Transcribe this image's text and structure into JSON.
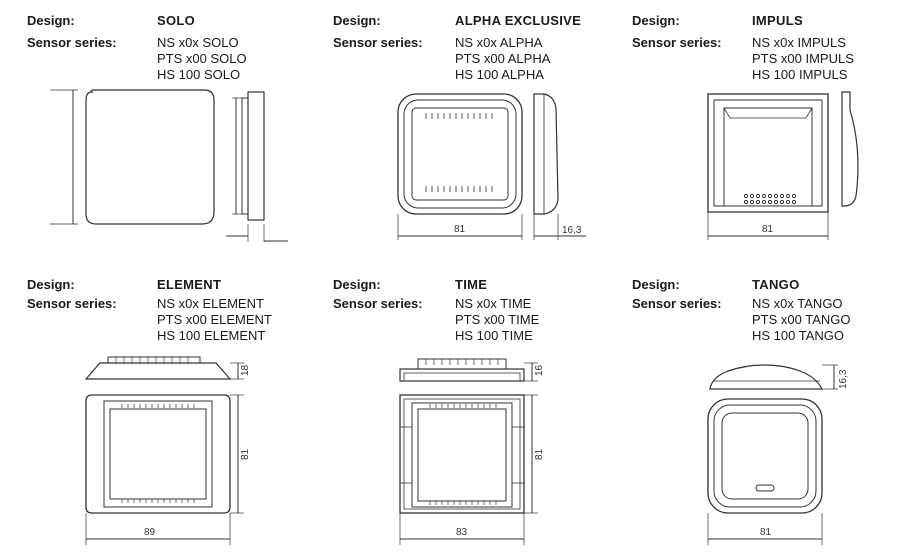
{
  "labels": {
    "design": "Design:",
    "sensor_series": "Sensor series:"
  },
  "panels": [
    {
      "name": "SOLO",
      "series": [
        "NS x0x SOLO",
        "PTS x00 SOLO",
        "HS 100 SOLO"
      ],
      "dims": []
    },
    {
      "name": "ALPHA EXCLUSIVE",
      "series": [
        "NS x0x ALPHA",
        "PTS x00 ALPHA",
        "HS 100 ALPHA"
      ],
      "dims": [
        "81",
        "16,3"
      ]
    },
    {
      "name": "IMPULS",
      "series": [
        "NS x0x IMPULS",
        "PTS x00 IMPULS",
        "HS 100 IMPULS"
      ],
      "dims": [
        "81"
      ]
    },
    {
      "name": "ELEMENT",
      "series": [
        "NS x0x ELEMENT",
        "PTS x00 ELEMENT",
        "HS 100 ELEMENT"
      ],
      "dims": [
        "18",
        "81",
        "89"
      ]
    },
    {
      "name": "TIME",
      "series": [
        "NS x0x TIME",
        "PTS x00 TIME",
        "HS 100 TIME"
      ],
      "dims": [
        "16",
        "81",
        "83"
      ]
    },
    {
      "name": "TANGO",
      "series": [
        "NS x0x TANGO",
        "PTS x00 TANGO",
        "HS 100 TANGO"
      ],
      "dims": [
        "16,3",
        "81",
        "81"
      ]
    }
  ]
}
